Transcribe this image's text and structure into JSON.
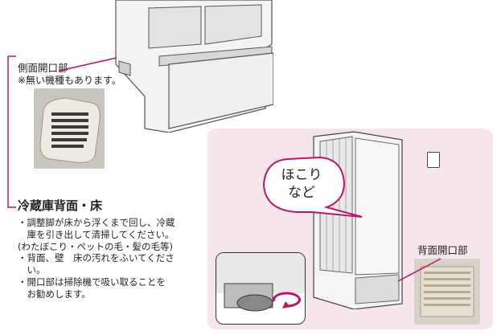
{
  "labels": {
    "side_opening": "側面開口部",
    "side_opening_note": "※無い機種もあります。",
    "back_opening": "背面開口部"
  },
  "bubble": {
    "line1": "ほこり",
    "line2": "など"
  },
  "section": {
    "title": "冷蔵庫背面・床",
    "bullets": [
      "・調整脚が床から浮くまで回し、冷蔵",
      "　庫を引き出して清掃してください。",
      "(わたぼこり・ペットの毛・髪の毛等)",
      "・背面、壁　床の汚れをふいてくださ",
      "　い。",
      "・開口部は掃除機で吸い取ることを",
      "　お勧めします。"
    ]
  },
  "colors": {
    "accent": "#c0126e",
    "panel": "#f6e5ec"
  }
}
